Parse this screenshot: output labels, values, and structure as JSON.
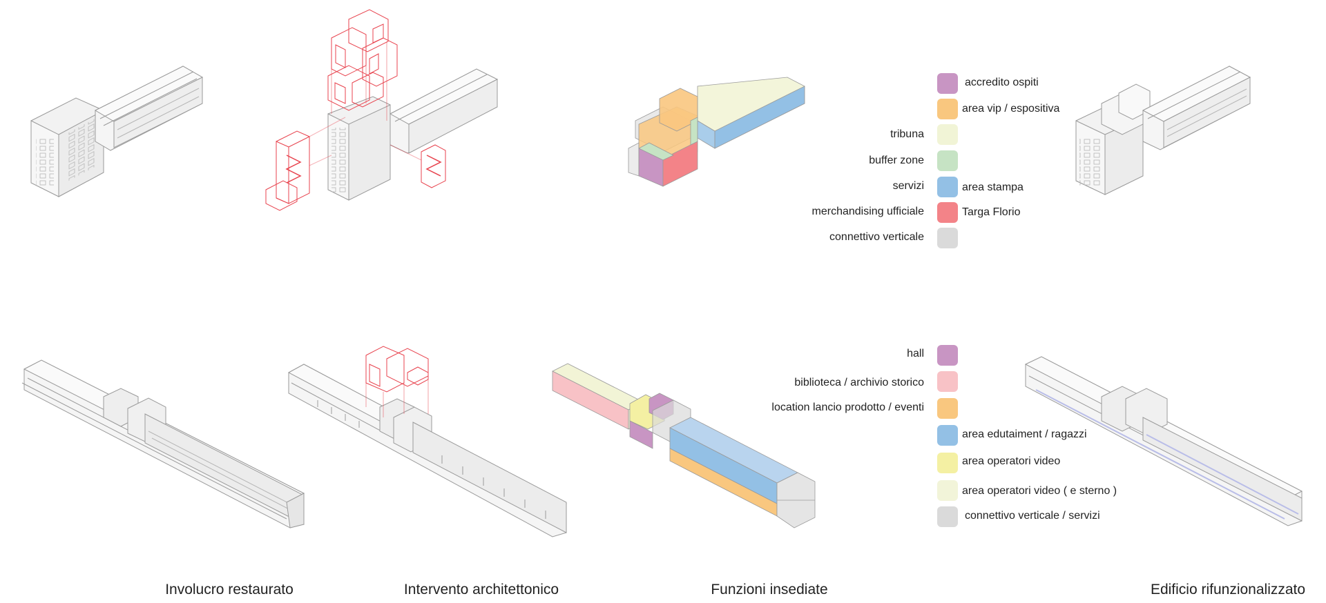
{
  "captions": [
    "Involucro restaurato",
    "Intervento architettonico",
    "Funzioni insediate",
    "Edificio rifunzionalizzato"
  ],
  "legend_top": [
    {
      "left": "",
      "right": "accredito ospiti",
      "color": "#c895c3"
    },
    {
      "left": "",
      "right": "area vip / espositiva",
      "color": "#f9c77f"
    },
    {
      "left": "tribuna",
      "right": "",
      "color": "#f1f4d6"
    },
    {
      "left": "buffer zone",
      "right": "",
      "color": "#c6e3c4"
    },
    {
      "left": "servizi",
      "right": "area stampa",
      "color": "#93c0e5"
    },
    {
      "left": "merchandising ufficiale",
      "right": "Targa Florio",
      "color": "#f38388"
    },
    {
      "left": "connettivo verticale",
      "right": "",
      "color": "#dadada"
    }
  ],
  "legend_bottom": [
    {
      "left": "hall",
      "right": "",
      "color": "#c895c3"
    },
    {
      "left": "biblioteca / archivio storico",
      "right": "",
      "color": "#f8c2c6"
    },
    {
      "left": "location lancio prodotto / eventi",
      "right": "",
      "color": "#f9c77f"
    },
    {
      "left": "",
      "right": "area edutaiment / ragazzi",
      "color": "#93c0e5"
    },
    {
      "left": "",
      "right": "area operatori video",
      "color": "#f4f0a3"
    },
    {
      "left": "",
      "right": "area operatori video ( e sterno )",
      "color": "#f2f4d9"
    },
    {
      "left": "",
      "right": "connettivo verticale / servizi",
      "color": "#dadada"
    }
  ],
  "colors": {
    "outline": "#9a9a9a",
    "wall": "#efefef",
    "intervention": "#e8424d",
    "accent_blue": "#b9bde8"
  }
}
